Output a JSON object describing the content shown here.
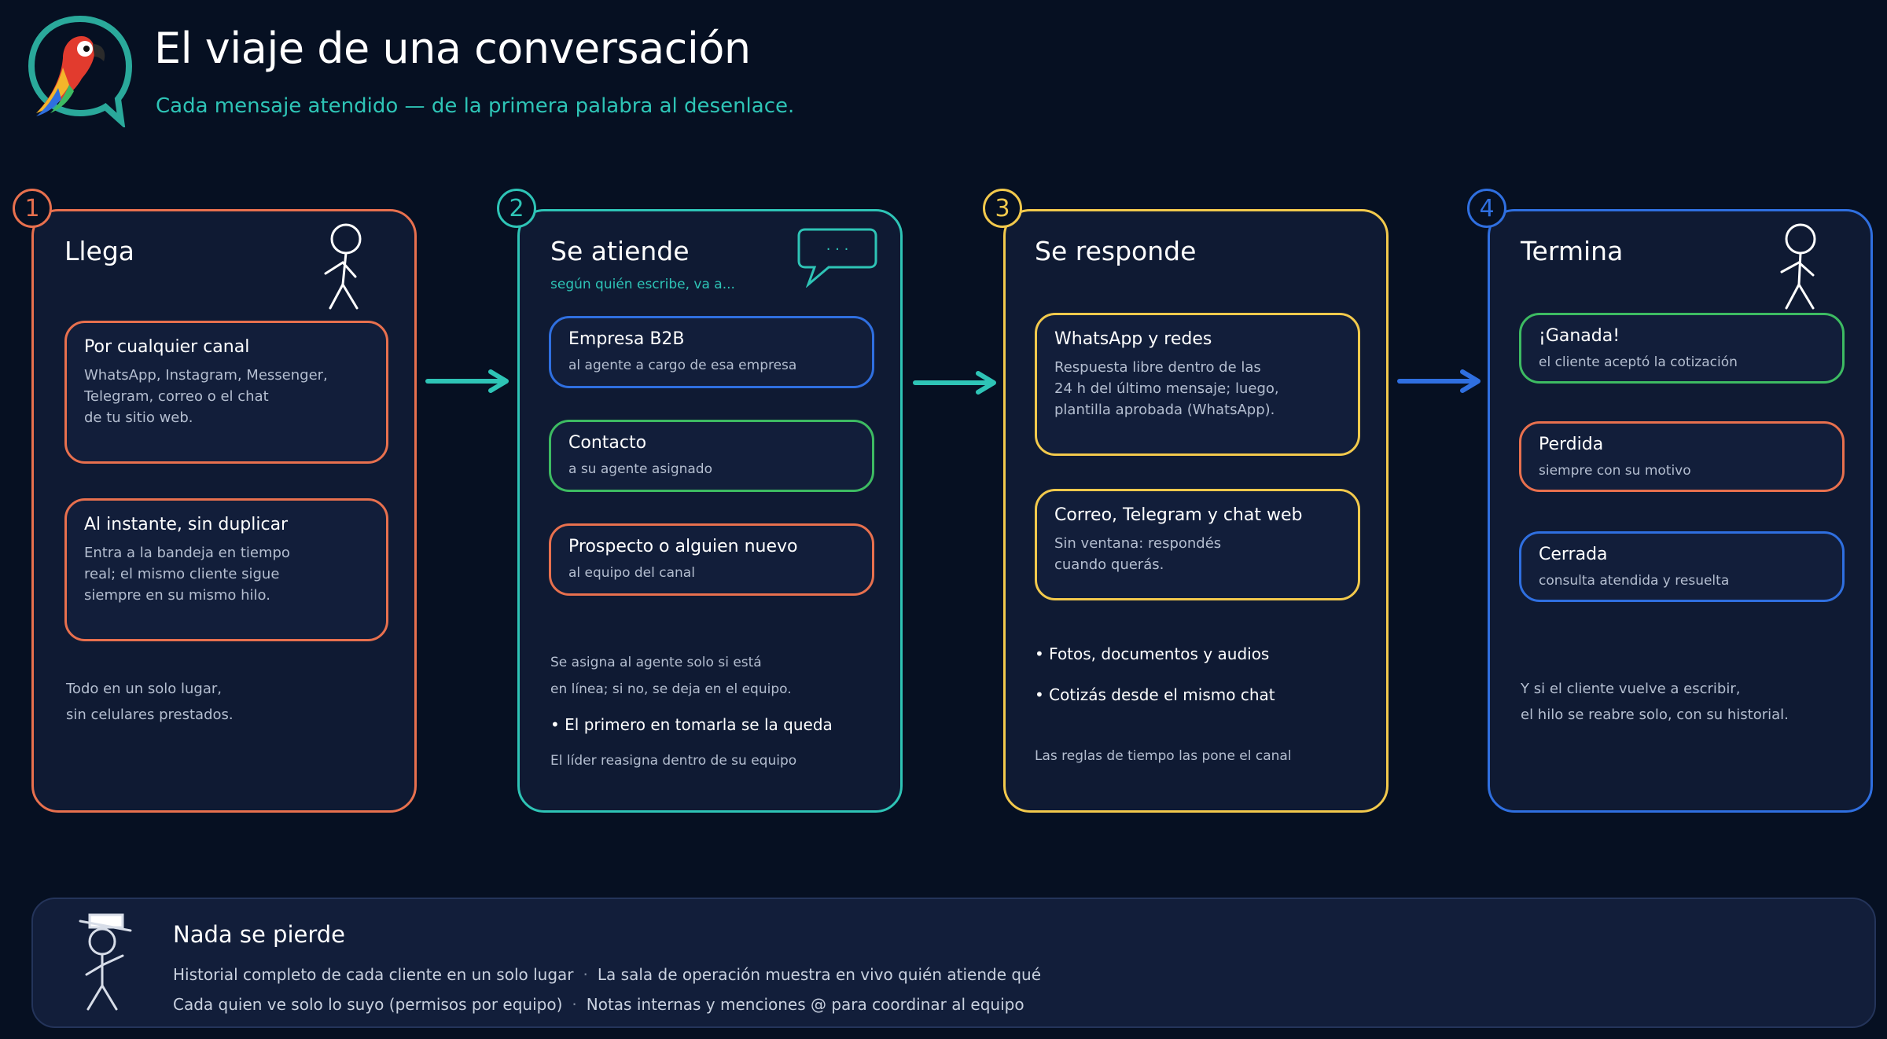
{
  "header": {
    "title": "El viaje de una conversación",
    "subtitle": "Cada mensaje atendido — de la primera palabra al desenlace."
  },
  "colors": {
    "background": "#061022",
    "panel": "#0f1a33",
    "orange": "#e8704e",
    "teal": "#2ec4b6",
    "yellow": "#f2c94c",
    "blue": "#2f6fe0",
    "green": "#3dbb62"
  },
  "steps": [
    {
      "number": "1",
      "title": "Llega",
      "cards": [
        {
          "title": "Por cualquier canal",
          "desc": "WhatsApp, Instagram, Messenger,\nTelegram, correo o el chat\nde tu sitio web."
        },
        {
          "title": "Al instante, sin duplicar",
          "desc": "Entra a la bandeja en tiempo\nreal; el mismo cliente sigue\nsiempre en su mismo hilo."
        }
      ],
      "footer": "Todo en un solo lugar,\nsin celulares prestados."
    },
    {
      "number": "2",
      "title": "Se atiende",
      "hint": "según quién escribe, va a...",
      "bubble": "· · ·",
      "cards": [
        {
          "title": "Empresa B2B",
          "desc": "al agente a cargo de esa empresa"
        },
        {
          "title": "Contacto",
          "desc": "a su agente asignado"
        },
        {
          "title": "Prospecto o alguien nuevo",
          "desc": "al equipo del canal"
        }
      ],
      "footer": "Se asigna al agente solo si está\nen línea; si no, se deja en el equipo.",
      "bullet": "• El primero en tomarla se la queda",
      "note": "El líder reasigna dentro de su equipo"
    },
    {
      "number": "3",
      "title": "Se responde",
      "cards": [
        {
          "title": "WhatsApp y redes",
          "desc": "Respuesta libre dentro de las\n24 h del último mensaje; luego,\nplantilla aprobada (WhatsApp)."
        },
        {
          "title": "Correo, Telegram y chat web",
          "desc": "Sin ventana: respondés\ncuando querás."
        }
      ],
      "bullets": [
        "• Fotos, documentos y audios",
        "• Cotizás desde el mismo chat"
      ],
      "note": "Las reglas de tiempo las pone el canal"
    },
    {
      "number": "4",
      "title": "Termina",
      "cards": [
        {
          "title": "¡Ganada!",
          "desc": "el cliente aceptó la cotización"
        },
        {
          "title": "Perdida",
          "desc": "siempre con su motivo"
        },
        {
          "title": "Cerrada",
          "desc": "consulta atendida y resuelta"
        }
      ],
      "footer": "Y si el cliente vuelve a escribir,\nel hilo se reabre solo, con su historial."
    }
  ],
  "banner": {
    "title": "Nada se pierde",
    "line1a": "Historial completo de cada cliente en un solo lugar",
    "line1b": "La sala de operación muestra en vivo quién atiende qué",
    "line2a": "Cada quien ve solo lo suyo (permisos por equipo)",
    "line2b": "Notas internas y menciones @ para coordinar al equipo",
    "separator": "·"
  }
}
